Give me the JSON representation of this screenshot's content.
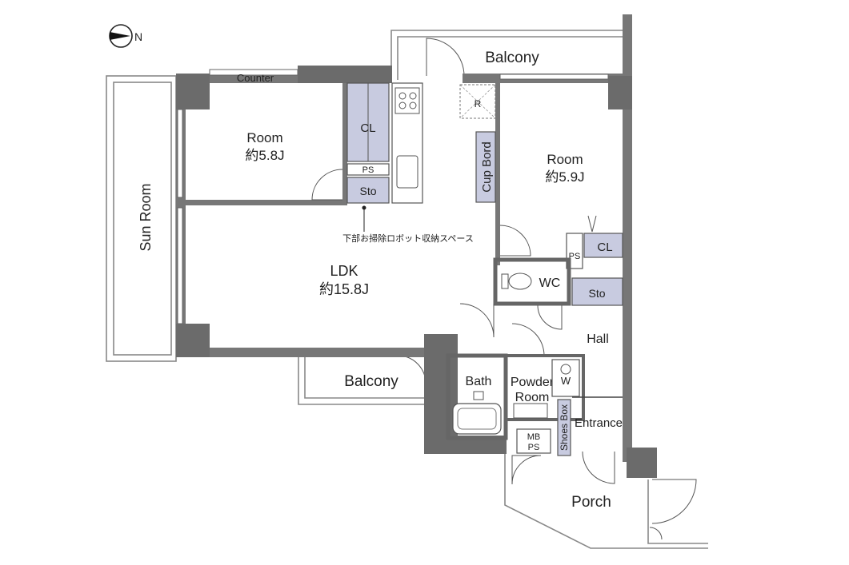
{
  "compass": {
    "label": "N"
  },
  "rooms": {
    "balcony_top": "Balcony",
    "counter": "Counter",
    "room_left_name": "Room",
    "room_left_size": "約5.8J",
    "cl_left": "CL",
    "ps_left": "PS",
    "sto_left": "Sto",
    "robot_note": "下部お掃除ロボット収納スペース",
    "refrigerator_mark": "R",
    "cup_board": "Cup Bord",
    "room_right_name": "Room",
    "room_right_size": "約5.9J",
    "ps_right": "PS",
    "cl_right": "CL",
    "wc": "WC",
    "sto_right": "Sto",
    "sun_room": "Sun Room",
    "ldk_name": "LDK",
    "ldk_size": "約15.8J",
    "hall": "Hall",
    "bath": "Bath",
    "powder_room_1": "Powder",
    "powder_room_2": "Room",
    "washer": "W",
    "balcony_bottom": "Balcony",
    "shoes_box": "Shoes Box",
    "entrance": "Entrance",
    "mb_ps_1": "MB",
    "mb_ps_2": "PS",
    "porch": "Porch"
  },
  "colors": {
    "wall": "#777777",
    "storage": "#c8cbe0"
  }
}
